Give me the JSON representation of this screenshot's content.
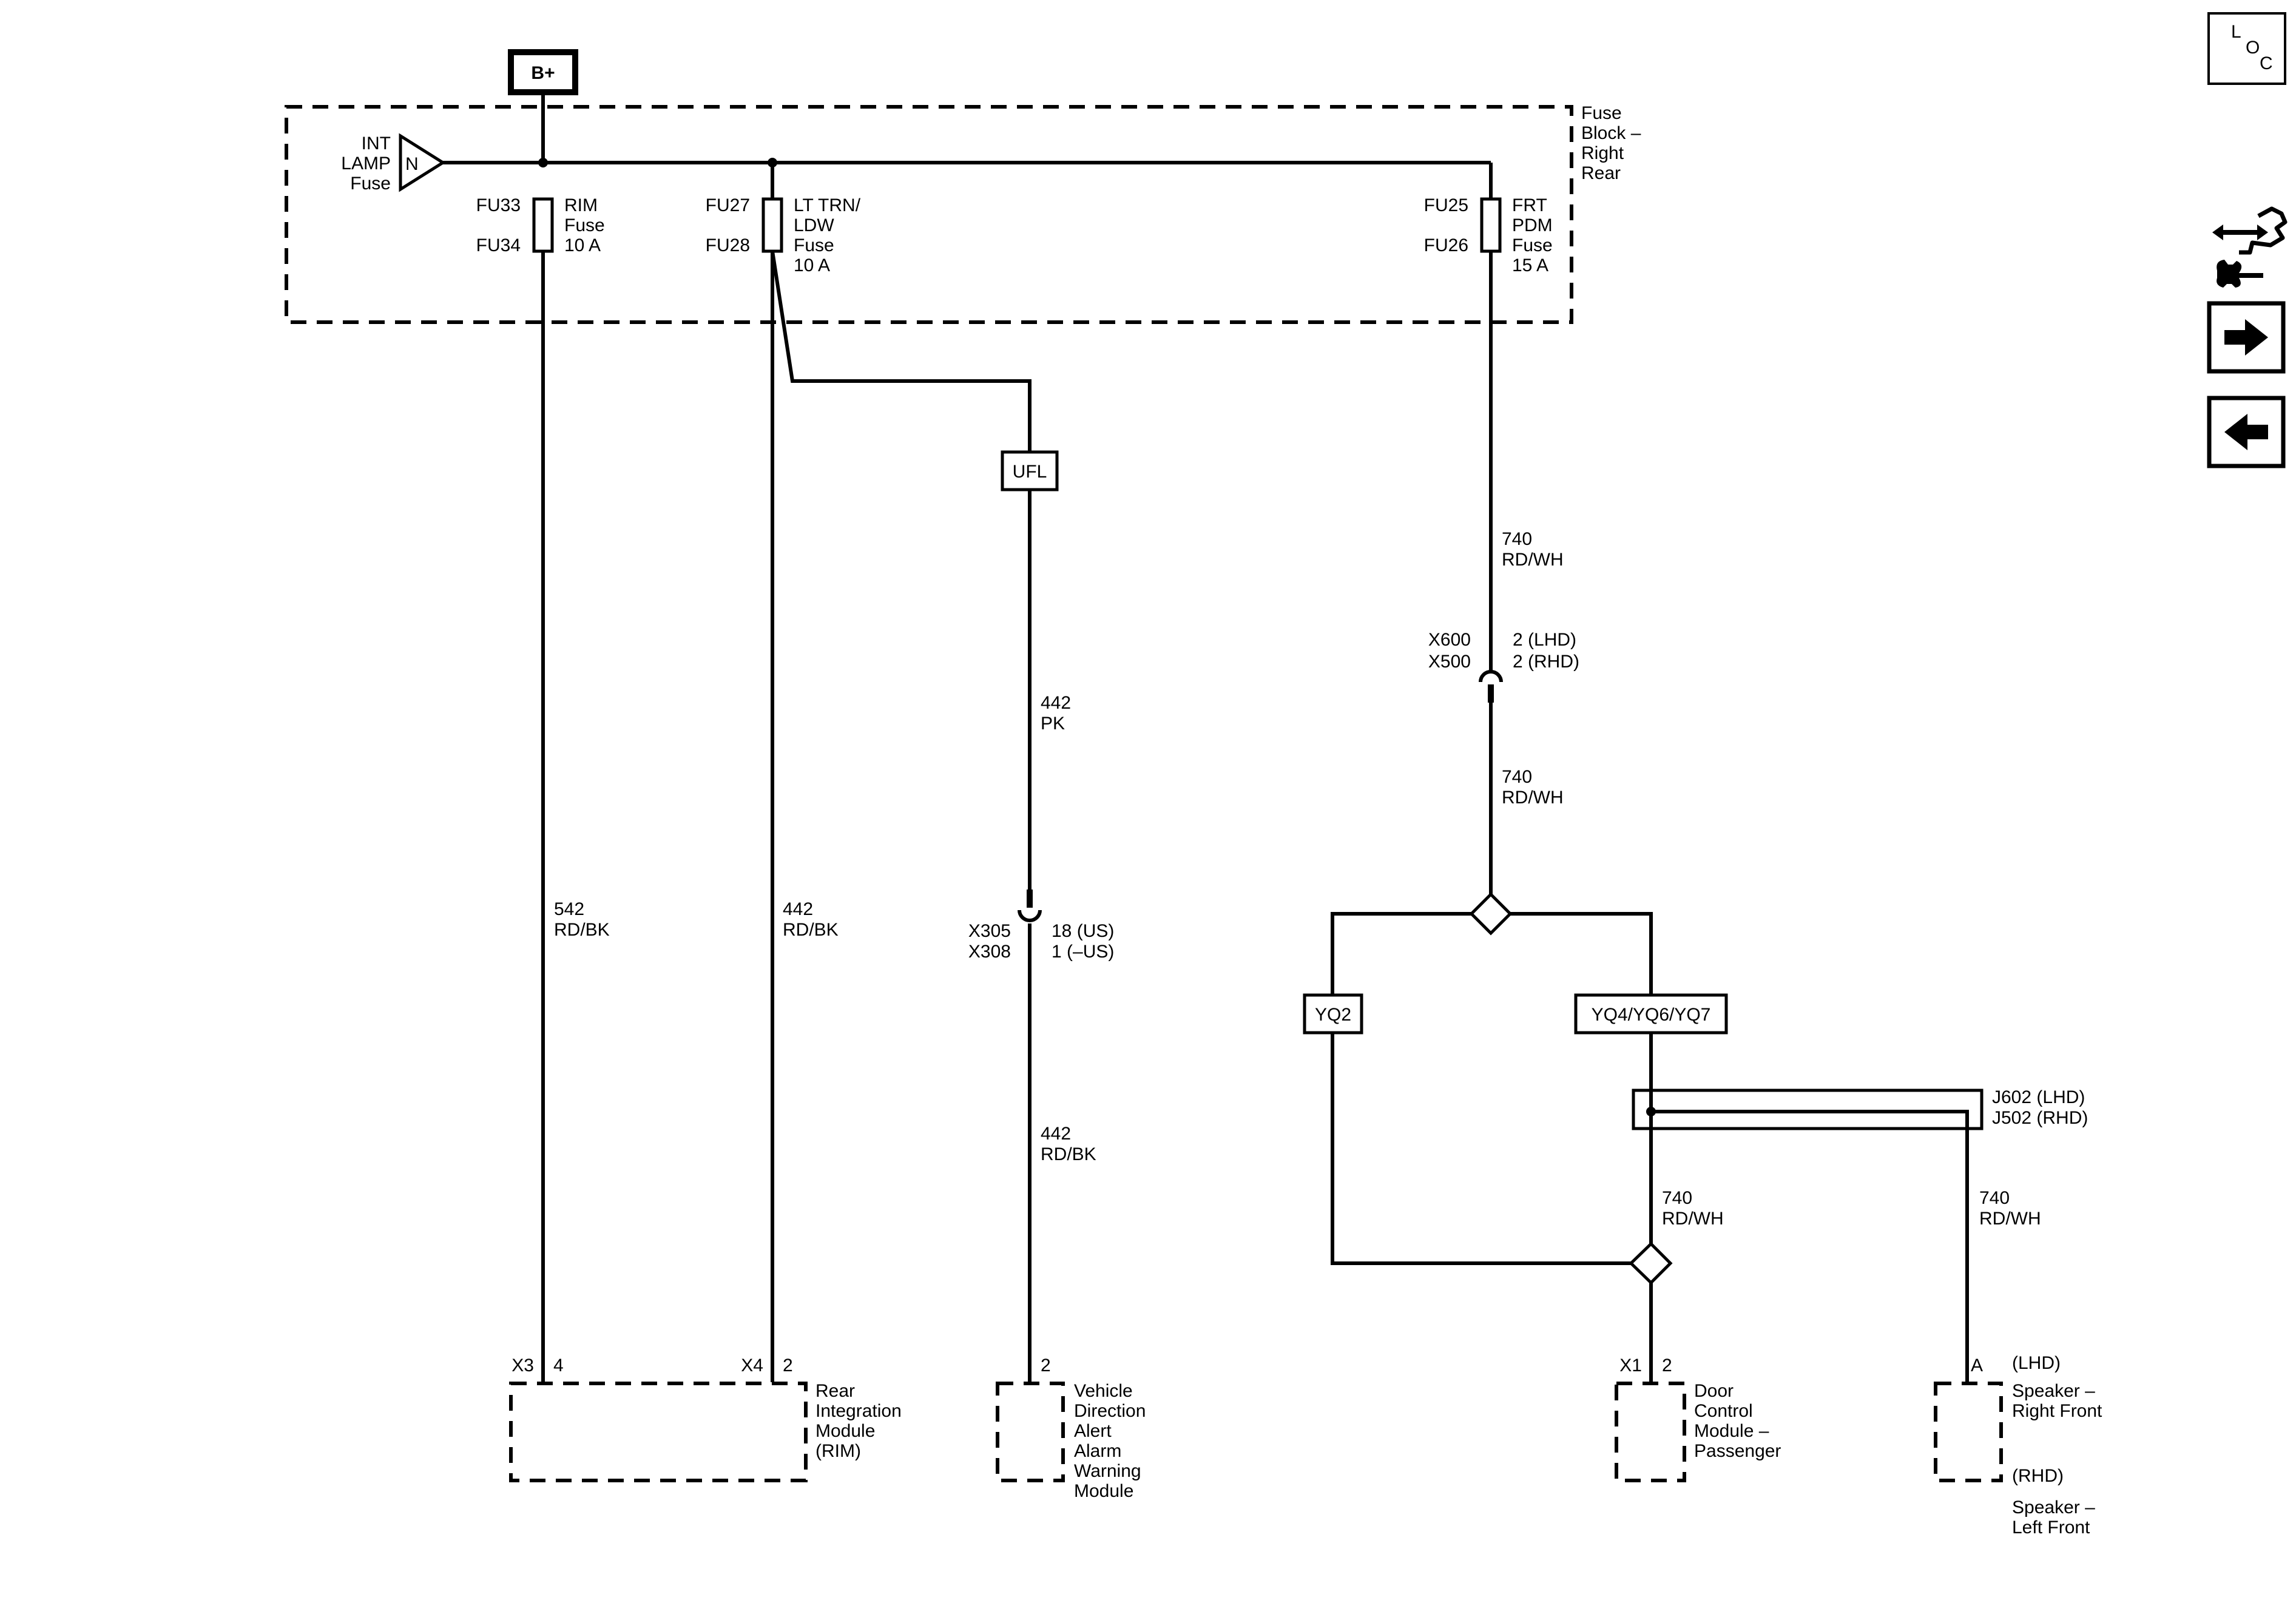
{
  "power": {
    "label": "B+"
  },
  "fuse_block": {
    "label": [
      "Fuse",
      "Block –",
      "Right",
      "Rear"
    ],
    "int_lamp": {
      "label": [
        "INT",
        "LAMP",
        "Fuse"
      ],
      "symbol": "N"
    },
    "fuses": [
      {
        "ids": [
          "FU33",
          "FU34"
        ],
        "label": [
          "RIM",
          "Fuse",
          "10 A"
        ]
      },
      {
        "ids": [
          "FU27",
          "FU28"
        ],
        "label": [
          "LT TRN/",
          "LDW",
          "Fuse",
          "10 A"
        ]
      },
      {
        "ids": [
          "FU25",
          "FU26"
        ],
        "label": [
          "FRT",
          "PDM",
          "Fuse",
          "15 A"
        ]
      }
    ]
  },
  "options": {
    "ufl": "UFL",
    "yq2": "YQ2",
    "yq467": "YQ4/YQ6/YQ7"
  },
  "wires": {
    "rim": [
      "542",
      "RD/BK"
    ],
    "ltrn": [
      "442",
      "RD/BK"
    ],
    "ufl_upper": [
      "442",
      "PK"
    ],
    "ufl_lower": [
      "442",
      "RD/BK"
    ],
    "frt_upper": [
      "740",
      "RD/WH"
    ],
    "frt_mid": [
      "740",
      "RD/WH"
    ],
    "door": [
      "740",
      "RD/WH"
    ],
    "speaker": [
      "740",
      "RD/WH"
    ]
  },
  "inline_connectors": {
    "x600": {
      "ids": [
        "X600",
        "X500"
      ],
      "pins": [
        "2 (LHD)",
        "2 (RHD)"
      ]
    },
    "x305": {
      "ids": [
        "X305",
        "X308"
      ],
      "pins": [
        "18 (US)",
        "1 (–US)"
      ]
    },
    "j602": [
      "J602 (LHD)",
      "J502 (RHD)"
    ]
  },
  "modules": [
    {
      "pins": [
        {
          "conn": "X3",
          "pin": "4"
        },
        {
          "conn": "X4",
          "pin": "2"
        }
      ],
      "label": [
        "Rear",
        "Integration",
        "Module",
        "(RIM)"
      ]
    },
    {
      "pins": [
        {
          "conn": "",
          "pin": "2"
        }
      ],
      "label": [
        "Vehicle",
        "Direction",
        "Alert",
        "Alarm",
        "Warning",
        "Module"
      ]
    },
    {
      "pins": [
        {
          "conn": "X1",
          "pin": "2"
        }
      ],
      "label": [
        "Door",
        "Control",
        "Module –",
        "Passenger"
      ]
    },
    {
      "pins": [
        {
          "conn": "",
          "pin": "A"
        }
      ],
      "label": [
        "Speaker –",
        "Right Front"
      ],
      "qualifier_top": "(LHD)",
      "qualifier_bottom": "(RHD)",
      "alt_label": [
        "Speaker –",
        "Left Front"
      ]
    }
  ],
  "side_panel": {
    "loc_letters": [
      "L",
      "O",
      "C"
    ],
    "icons": [
      "connector-tool-icon",
      "arrow-right-icon",
      "arrow-left-icon"
    ]
  }
}
